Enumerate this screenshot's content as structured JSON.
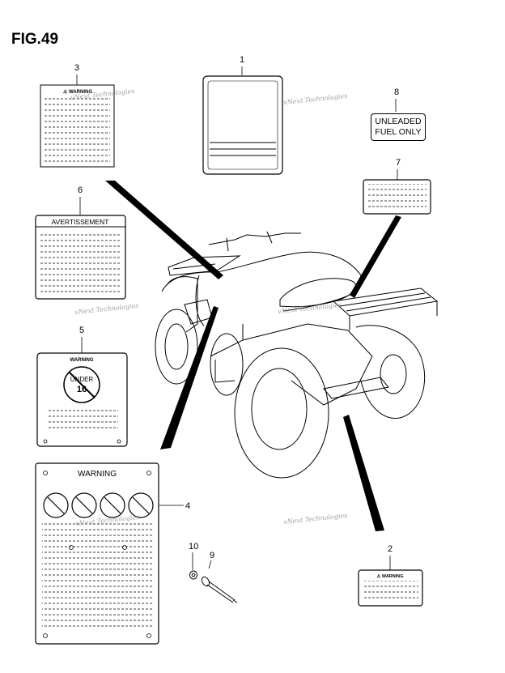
{
  "figure": {
    "title": "FIG.49"
  },
  "callouts": [
    "1",
    "2",
    "3",
    "4",
    "5",
    "6",
    "7",
    "8",
    "9",
    "10"
  ],
  "labels": {
    "fuel_line1": "UNLEADED",
    "fuel_line2": "FUEL ONLY",
    "avertissement": "AVERTISSEMENT",
    "warning": "WARNING",
    "warning_small": "WARNING",
    "under": "UNDER",
    "age": "16"
  },
  "watermark": "vNext Technologies",
  "colors": {
    "line": "#000000",
    "watermark": "#888888"
  }
}
